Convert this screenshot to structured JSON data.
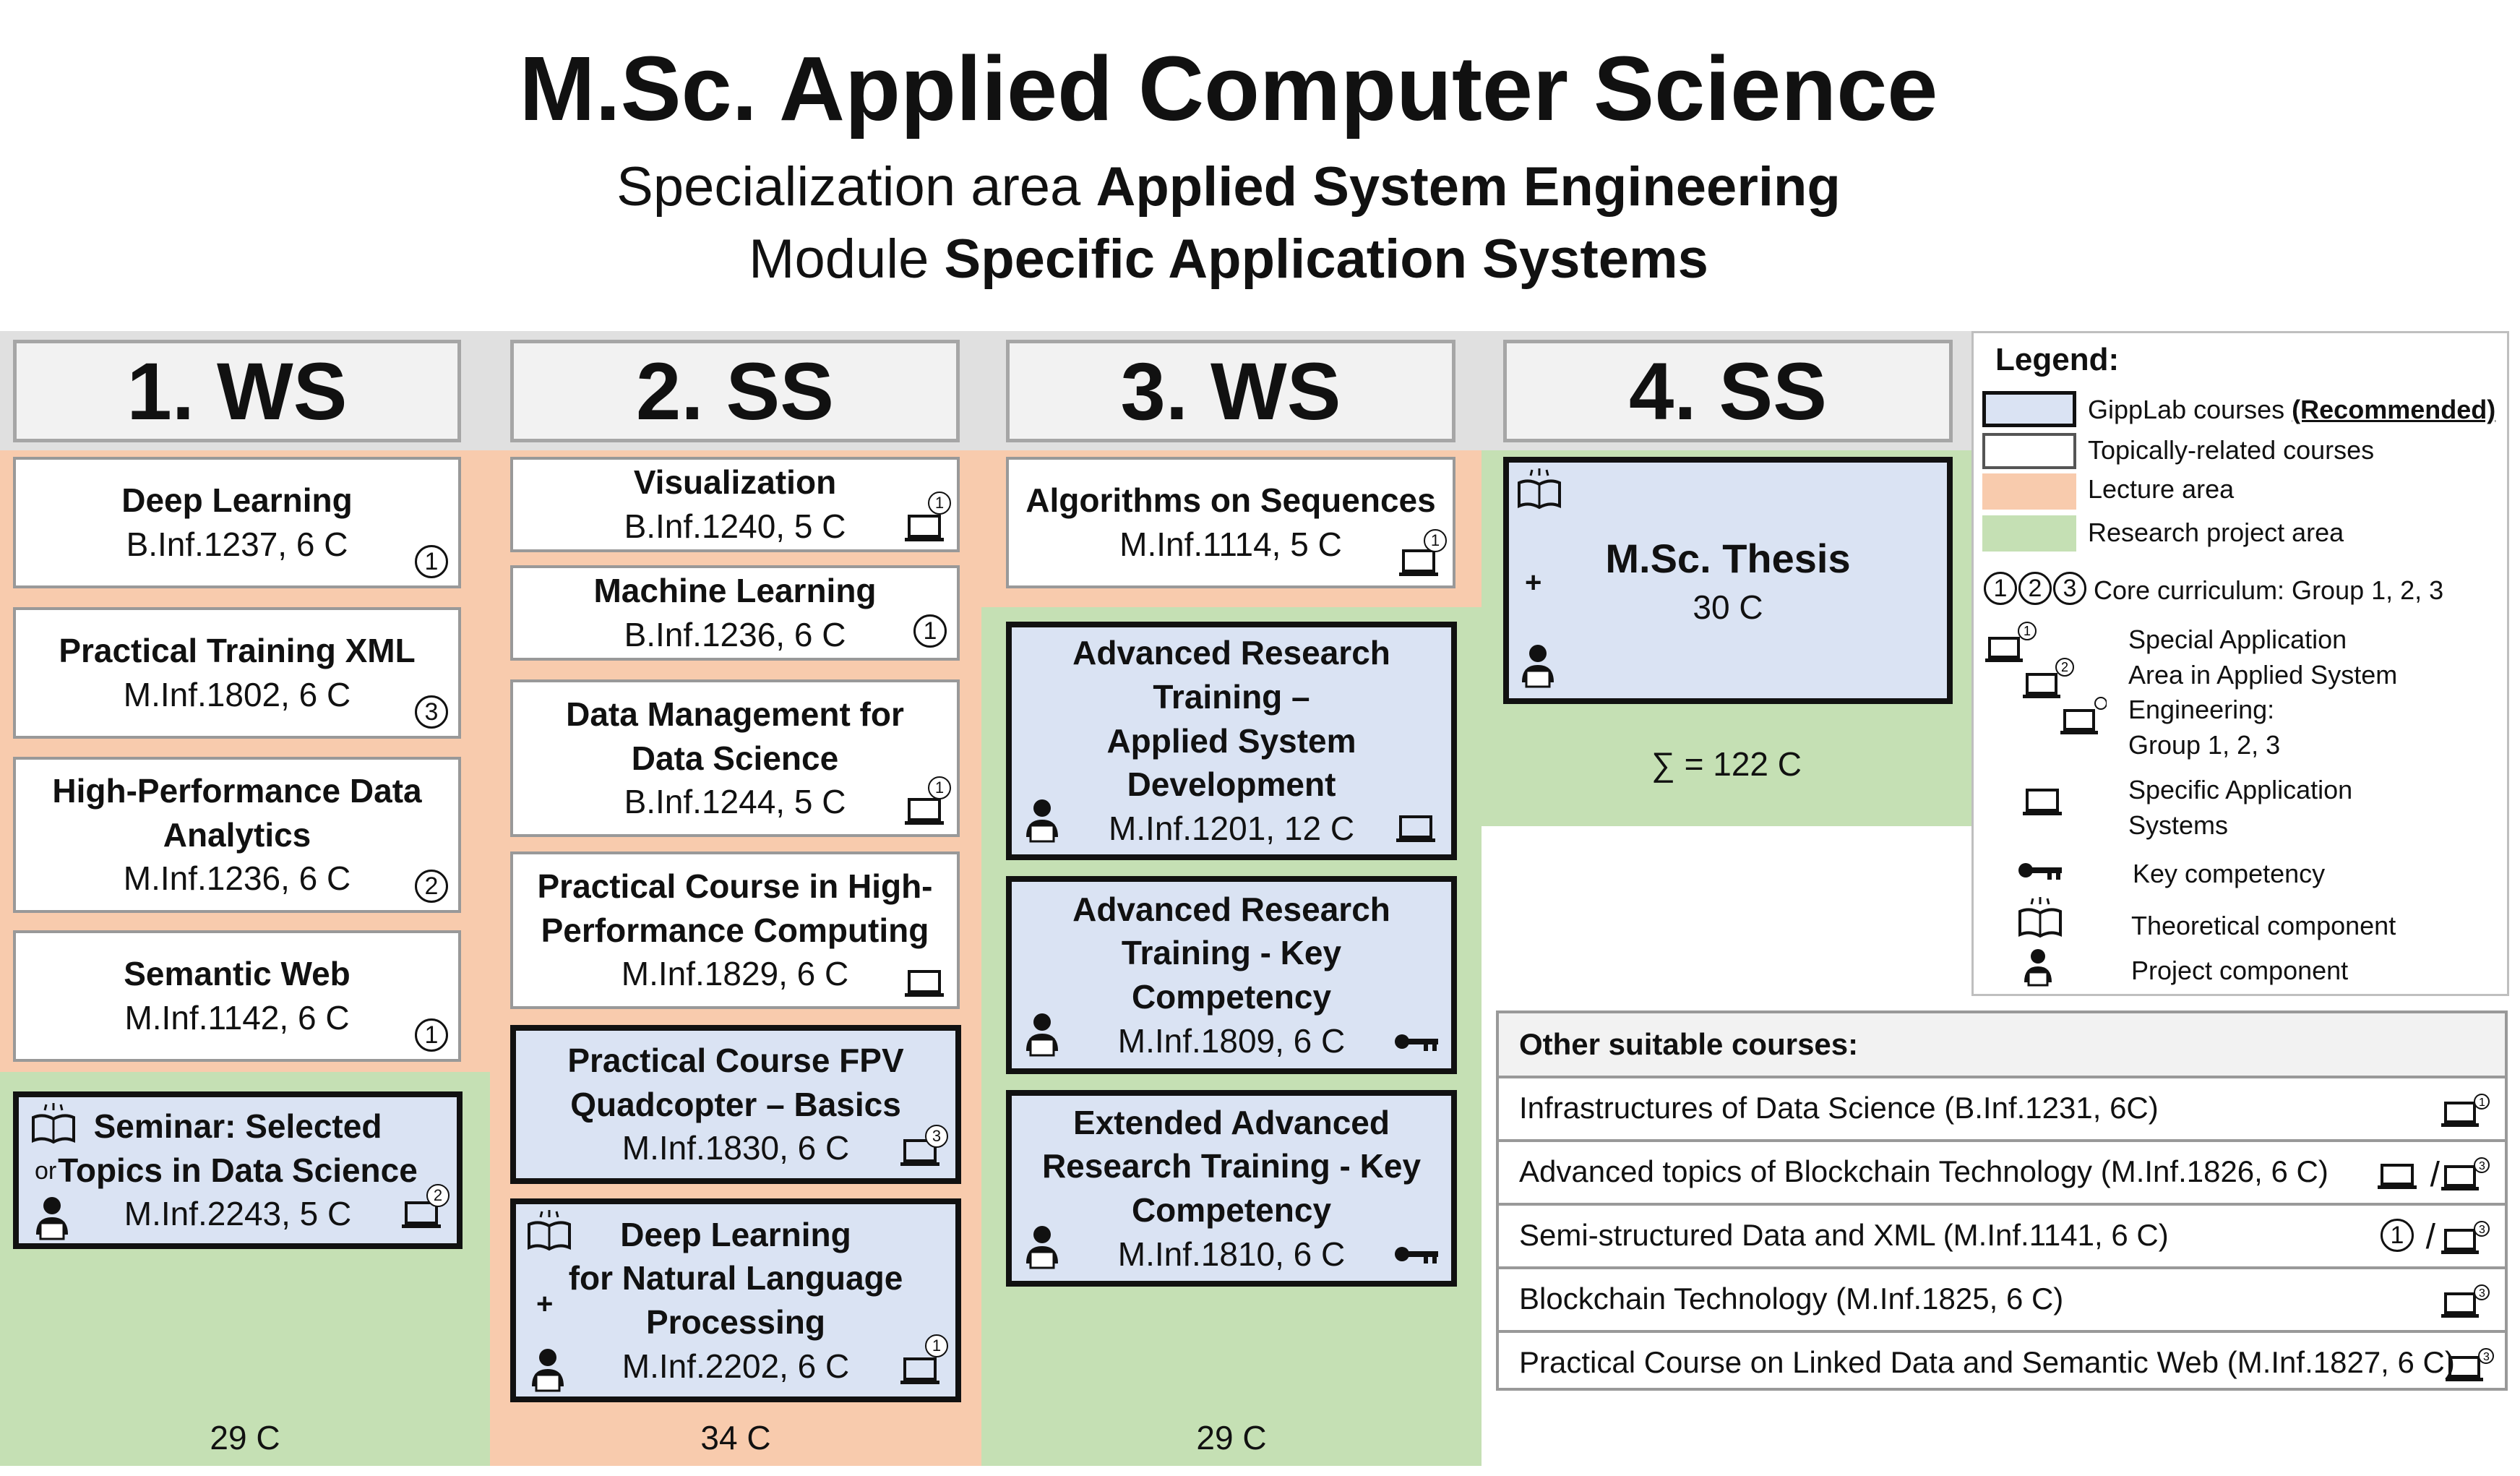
{
  "header": {
    "title": "M.Sc. Applied Computer Science",
    "line2_prefix": "Specialization area ",
    "line2_bold": "Applied System Engineering",
    "line3_prefix": "Module ",
    "line3_bold": "Specific Application Systems"
  },
  "semesters": [
    "1. WS",
    "2. SS",
    "3. WS",
    "4. SS"
  ],
  "col1": {
    "courses": [
      {
        "name": "Deep Learning",
        "code": "B.Inf.1237, 6 C"
      },
      {
        "name": "Practical Training XML",
        "code": "M.Inf.1802, 6 C"
      },
      {
        "name_l1": "High-Performance Data",
        "name_l2": "Analytics",
        "code": "M.Inf.1236, 6 C"
      },
      {
        "name": "Semantic Web",
        "code": "M.Inf.1142, 6 C"
      }
    ],
    "seminar": {
      "name_l1": "Seminar: Selected",
      "name_l2": "Topics in Data Science",
      "code": "M.Inf.2243, 5 C",
      "or": "or"
    },
    "total": "29 C"
  },
  "col2": {
    "courses": [
      {
        "name": "Visualization",
        "code": "B.Inf.1240, 5 C"
      },
      {
        "name": "Machine Learning",
        "code": "B.Inf.1236, 6 C"
      },
      {
        "name_l1": "Data Management for",
        "name_l2": "Data Science",
        "code": "B.Inf.1244, 5 C"
      },
      {
        "name_l1": "Practical Course in High-",
        "name_l2": "Performance Computing",
        "code": "M.Inf.1829, 6 C"
      }
    ],
    "fpv": {
      "name_l1": "Practical Course FPV",
      "name_l2": "Quadcopter – Basics",
      "code": "M.Inf.1830, 6 C"
    },
    "nlp": {
      "name_l1": "Deep Learning",
      "name_l2": "for Natural Language",
      "name_l3": "Processing",
      "code": "M.Inf.2202, 6 C",
      "plus": "+"
    },
    "total": "34 C"
  },
  "col3": {
    "alg": {
      "name": "Algorithms on Sequences",
      "code": "M.Inf.1114, 5 C"
    },
    "art": {
      "name_l1": "Advanced Research",
      "name_l2": "Training –",
      "name_l3": "Applied System",
      "name_l4": "Development",
      "code": "M.Inf.1201, 12 C"
    },
    "key": {
      "name_l1": "Advanced Research",
      "name_l2": "Training - Key",
      "name_l3": "Competency",
      "code": "M.Inf.1809, 6 C"
    },
    "ext": {
      "name_l1": "Extended Advanced",
      "name_l2": "Research Training - Key",
      "name_l3": "Competency",
      "code": "M.Inf.1810, 6 C"
    },
    "total": "29 C"
  },
  "col4": {
    "thesis": {
      "name": "M.Sc. Thesis",
      "code": "30 C",
      "plus": "+"
    },
    "sum": "∑ = 122 C"
  },
  "legend": {
    "title": "Legend:",
    "gipp_text": "GippLab courses ",
    "gipp_bold": "(Recommended)",
    "topical": "Topically-related courses",
    "lecture": "Lecture area",
    "research": "Research project area",
    "core": "Core curriculum: Group  1, 2, 3",
    "special_l1": "Special Application",
    "special_l2": "Area in Applied System",
    "special_l3": "Engineering:",
    "special_l4": "Group 1, 2, 3",
    "specific_l1": "Specific Application",
    "specific_l2": "Systems",
    "key": "Key competency",
    "theoretical": "Theoretical component",
    "project": "Project component",
    "n1": "1",
    "n2": "2",
    "n3": "3"
  },
  "other": {
    "title": "Other suitable courses:",
    "rows": [
      "Infrastructures of Data Science (B.Inf.1231, 6C)",
      "Advanced topics of Blockchain Technology  (M.Inf.1826, 6 C)",
      "Semi-structured Data and XML (M.Inf.1141, 6 C)",
      "Blockchain Technology (M.Inf.1825, 6 C)",
      "Practical Course on Linked Data and Semantic Web (M.Inf.1827, 6 C)"
    ],
    "slash": "/"
  },
  "colors": {
    "lecture": "#f8cbad",
    "research": "#c5e0b4",
    "gipplab": "#dae3f3"
  }
}
